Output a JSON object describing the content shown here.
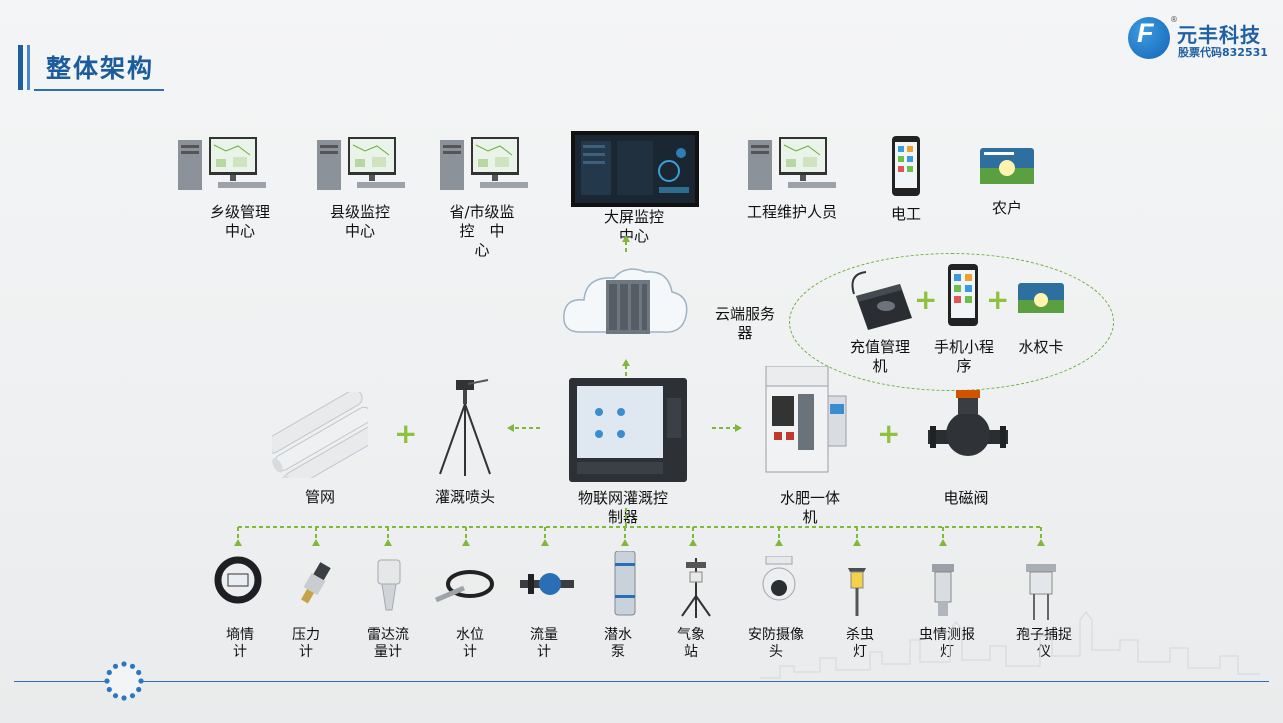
{
  "header": {
    "title": "整体架构"
  },
  "logo": {
    "name": "元丰科技",
    "stock": "股票代码832531",
    "letter": "F",
    "registered": "®"
  },
  "top_row": [
    {
      "label": "乡级管理\n中心"
    },
    {
      "label": "县级监控\n中心"
    },
    {
      "label": "省/市级监\n控　中\n心"
    },
    {
      "label": "大屏监控\n中心"
    },
    {
      "label": "工程维护人员"
    },
    {
      "label": "电工"
    },
    {
      "label": "农户"
    }
  ],
  "cloud": {
    "label": "云端服务\n器"
  },
  "payment": [
    {
      "label": "充值管理\n机"
    },
    {
      "label": "手机小程\n序"
    },
    {
      "label": "水权卡"
    }
  ],
  "middle_row": [
    {
      "label": "管网"
    },
    {
      "label": "灌溉喷头"
    },
    {
      "label": "物联网灌溉控\n制器"
    },
    {
      "label": "水肥一体\n机"
    },
    {
      "label": "电磁阀"
    }
  ],
  "sensors": [
    {
      "label": "墒情\n计"
    },
    {
      "label": "压力\n计"
    },
    {
      "label": "雷达流\n量计"
    },
    {
      "label": "水位\n计"
    },
    {
      "label": "流量\n计"
    },
    {
      "label": "潜水\n泵"
    },
    {
      "label": "气象\n站"
    },
    {
      "label": "安防摄像\n头"
    },
    {
      "label": "杀虫\n灯"
    },
    {
      "label": "虫情测报\n灯"
    },
    {
      "label": "孢子捕捉\n仪"
    }
  ],
  "symbols": {
    "plus": "+"
  },
  "colors": {
    "accent": "#1f5fa4",
    "connector": "#7fb93a"
  }
}
